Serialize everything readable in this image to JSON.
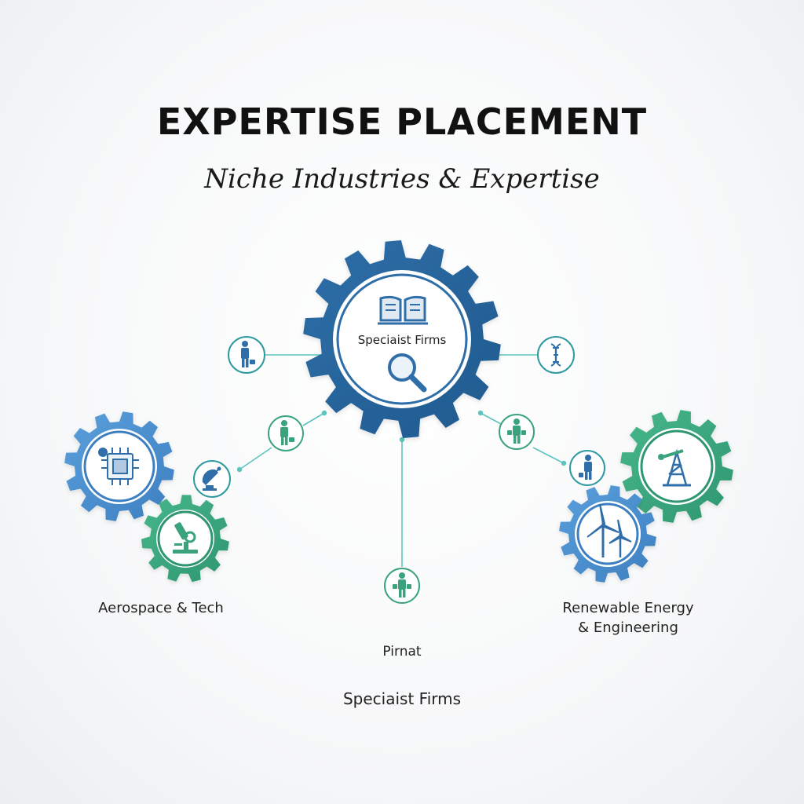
{
  "header": {
    "title": "EXPERTISE PLACEMENT",
    "subtitle": "Niche Industries & Expertise"
  },
  "hub": {
    "label": "Speciaist Firms",
    "icons": [
      "open-book-icon",
      "magnifier-icon"
    ]
  },
  "clusters": {
    "left": {
      "label": "Aerospace & Tech",
      "icons": [
        "circuit-chip-icon",
        "microscope-icon",
        "satellite-dish-icon"
      ]
    },
    "right": {
      "label_line1": "Renewable Energy",
      "label_line2": "& Engineering",
      "icons": [
        "oil-derrick-icon",
        "wind-turbine-icon"
      ]
    }
  },
  "bottom": {
    "node_label": "Pirnat",
    "caption": "Speciaist Firms"
  },
  "colors": {
    "blue": "#2f6ea8",
    "light_blue": "#4a8fd0",
    "green": "#3aa37c",
    "teal_line": "#5cc4bd"
  }
}
